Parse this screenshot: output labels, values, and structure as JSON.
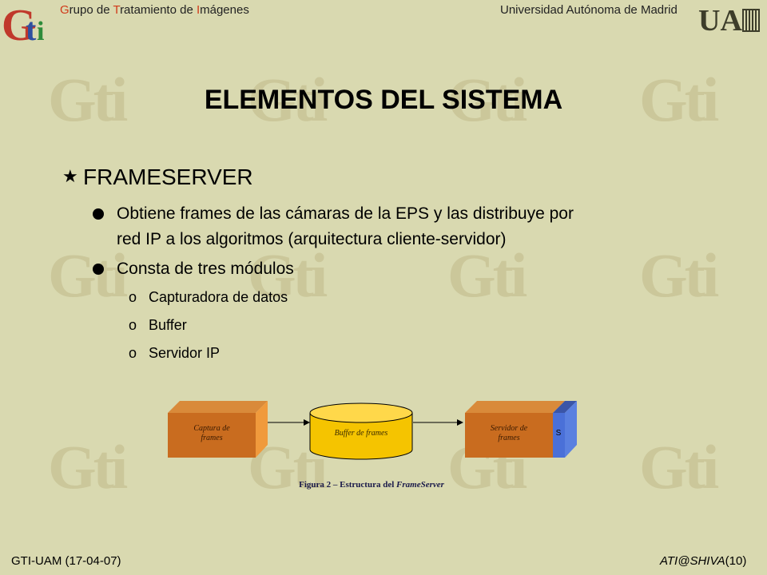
{
  "header": {
    "org_letter_g": "G",
    "org_part1": "rupo de ",
    "org_letter_t": "T",
    "org_part2": "ratamiento de ",
    "org_letter_i": "I",
    "org_part3": "mágenes",
    "university": "Universidad Autónoma de Madrid"
  },
  "logos": {
    "gti_icon": "gti-logo",
    "uam_icon": "uam-logo"
  },
  "slide": {
    "title": "ELEMENTOS DEL SISTEMA",
    "section": {
      "icon": "star-icon",
      "label": "FRAMESERVER"
    },
    "points": [
      {
        "line1": "Obtiene frames de las cámaras de la EPS y las distribuye por",
        "line2": "red IP a los algoritmos (arquitectura cliente-servidor)"
      },
      {
        "line1": "Consta de tres módulos"
      }
    ],
    "subpoints": [
      {
        "bullet": "o",
        "label": "Capturadora de datos"
      },
      {
        "bullet": "o",
        "label": "Buffer"
      },
      {
        "bullet": "o",
        "label": "Servidor IP"
      }
    ]
  },
  "diagram": {
    "box1_line1": "Captura de",
    "box1_line2": "frames",
    "cylinder_label": "Buffer de frames",
    "box3_line1": "Servidor de",
    "box3_line2": "frames",
    "socket_label": "S",
    "caption_text": "Figura 2 – Estructura del ",
    "caption_em": "FrameServer",
    "colors": {
      "box": "#c96c1f",
      "box_side": "#e88a2e",
      "cylinder": "#f5c400",
      "socket": "#4a70d8"
    }
  },
  "footer": {
    "left": "GTI-UAM  (17-04-07)",
    "right": "ATI@SHIVA",
    "page": "(10)"
  }
}
